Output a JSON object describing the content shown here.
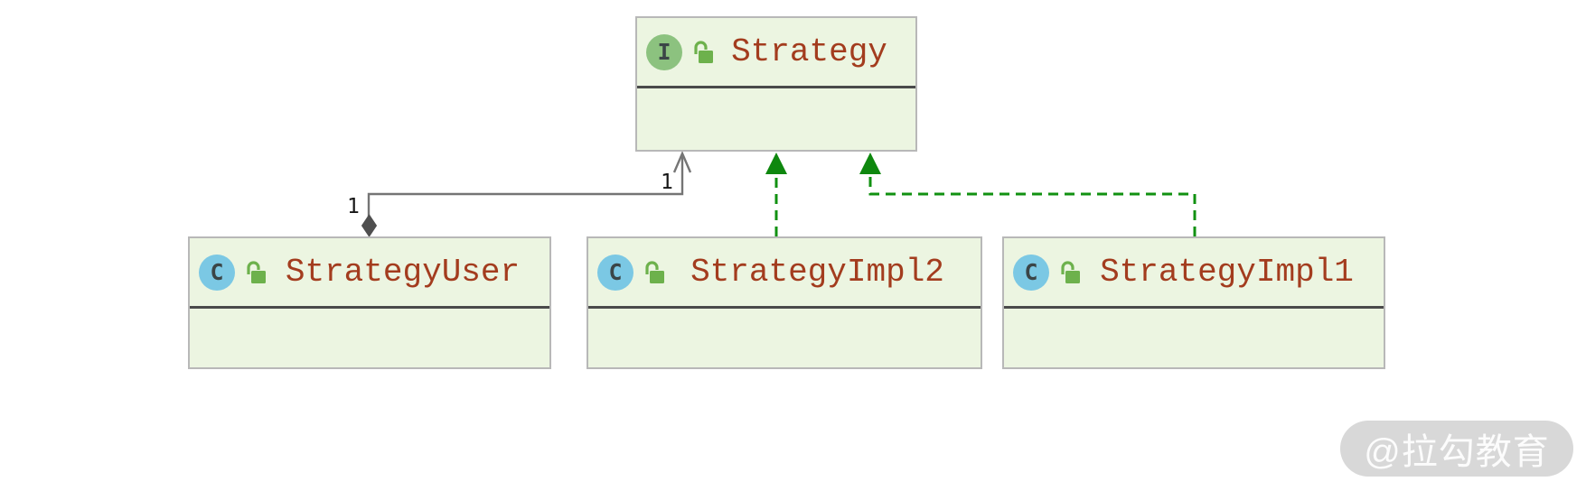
{
  "diagram": {
    "kind": "uml-class-diagram",
    "background": "#ffffff"
  },
  "nodes": {
    "strategy": {
      "name": "Strategy",
      "kind": "interface",
      "icon_letter": "I",
      "visibility_icon": "unlocked-padlock"
    },
    "strategy_user": {
      "name": "StrategyUser",
      "kind": "class",
      "icon_letter": "C",
      "visibility_icon": "unlocked-padlock"
    },
    "strategy_impl2": {
      "name": "StrategyImpl2",
      "kind": "class",
      "icon_letter": "C",
      "visibility_icon": "unlocked-padlock"
    },
    "strategy_impl1": {
      "name": "StrategyImpl1",
      "kind": "class",
      "icon_letter": "C",
      "visibility_icon": "unlocked-padlock"
    }
  },
  "edges": {
    "aggregation": {
      "from": "StrategyUser",
      "to": "Strategy",
      "type": "composition-association",
      "line_style": "solid",
      "source_marker": "filled-diamond",
      "target_marker": "open-arrow",
      "source_multiplicity": "1",
      "target_multiplicity": "1"
    },
    "realization_impl2": {
      "from": "StrategyImpl2",
      "to": "Strategy",
      "type": "realization",
      "line_style": "dashed",
      "target_marker": "filled-triangle"
    },
    "realization_impl1": {
      "from": "StrategyImpl1",
      "to": "Strategy",
      "type": "realization",
      "line_style": "dashed",
      "target_marker": "filled-triangle"
    }
  },
  "watermark": {
    "text": "@拉勾教育"
  },
  "colors": {
    "node_fill": "#ecf5e1",
    "node_border": "#b8b8b8",
    "node_separator": "#4a4a4a",
    "title_text": "#a33c1e",
    "interface_icon_bg": "#8cc27f",
    "class_icon_bg": "#7bc8e4",
    "icon_letter": "#3b4547",
    "lock_green": "#6db14c",
    "edge_gray": "#757575",
    "edge_green": "#119111",
    "multiplicity_text": "#161616",
    "watermark_bg": "#d8d8d8",
    "watermark_text": "#ffffff"
  }
}
